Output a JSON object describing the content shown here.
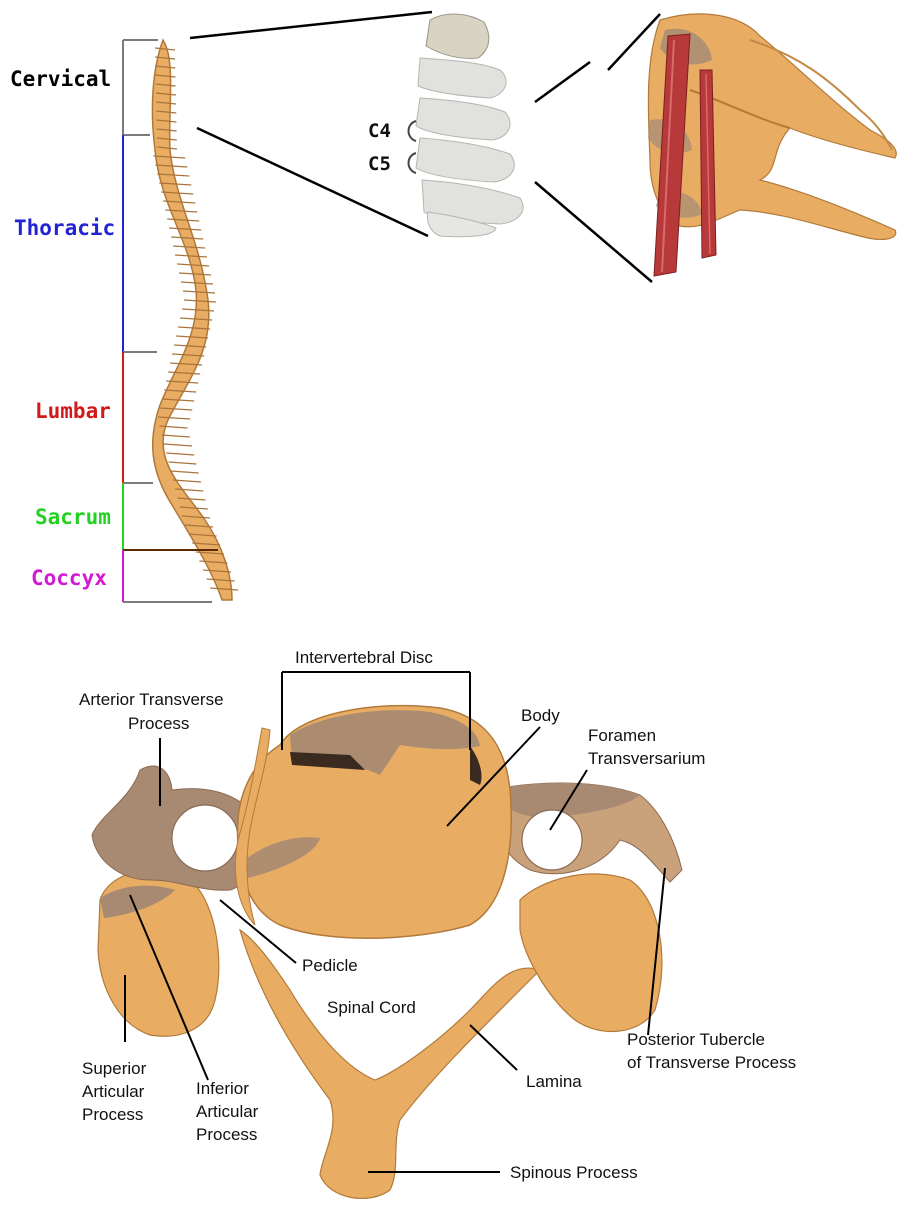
{
  "colors": {
    "bone": "#e8ad63",
    "bone_dark": "#c9883f",
    "bone_shadow": "#a88a72",
    "muscle": "#b8393a",
    "gray_vertebra": "#d9d9d6",
    "cervical": "#000000",
    "thoracic": "#2323d6",
    "lumbar": "#d11a1a",
    "sacrum": "#22d122",
    "coccyx": "#d21ad2",
    "bracket_gray": "#7a7a7a"
  },
  "spine_segments": [
    {
      "label": "Cervical",
      "color": "#000000"
    },
    {
      "label": "Thoracic",
      "color": "#2323d6"
    },
    {
      "label": "Lumbar",
      "color": "#d11a1a"
    },
    {
      "label": "Sacrum",
      "color": "#22d122"
    },
    {
      "label": "Coccyx",
      "color": "#d21ad2"
    }
  ],
  "cervical_detail": {
    "labels": [
      "C4",
      "C5"
    ]
  },
  "vertebra_labels": {
    "intervertebral_disc": "Intervertebral Disc",
    "arterior_transverse_process": [
      "Arterior Transverse",
      "Process"
    ],
    "body": "Body",
    "foramen_transversarium": [
      "Foramen",
      "Transversarium"
    ],
    "pedicle": "Pedicle",
    "spinal_cord": "Spinal Cord",
    "superior_articular_process": [
      "Superior",
      "Articular",
      "Process"
    ],
    "inferior_articular_process": [
      "Inferior",
      "Articular",
      "Process"
    ],
    "lamina": "Lamina",
    "posterior_tubercle": [
      "Posterior Tubercle",
      "of Transverse Process"
    ],
    "spinous_process": "Spinous Process"
  }
}
